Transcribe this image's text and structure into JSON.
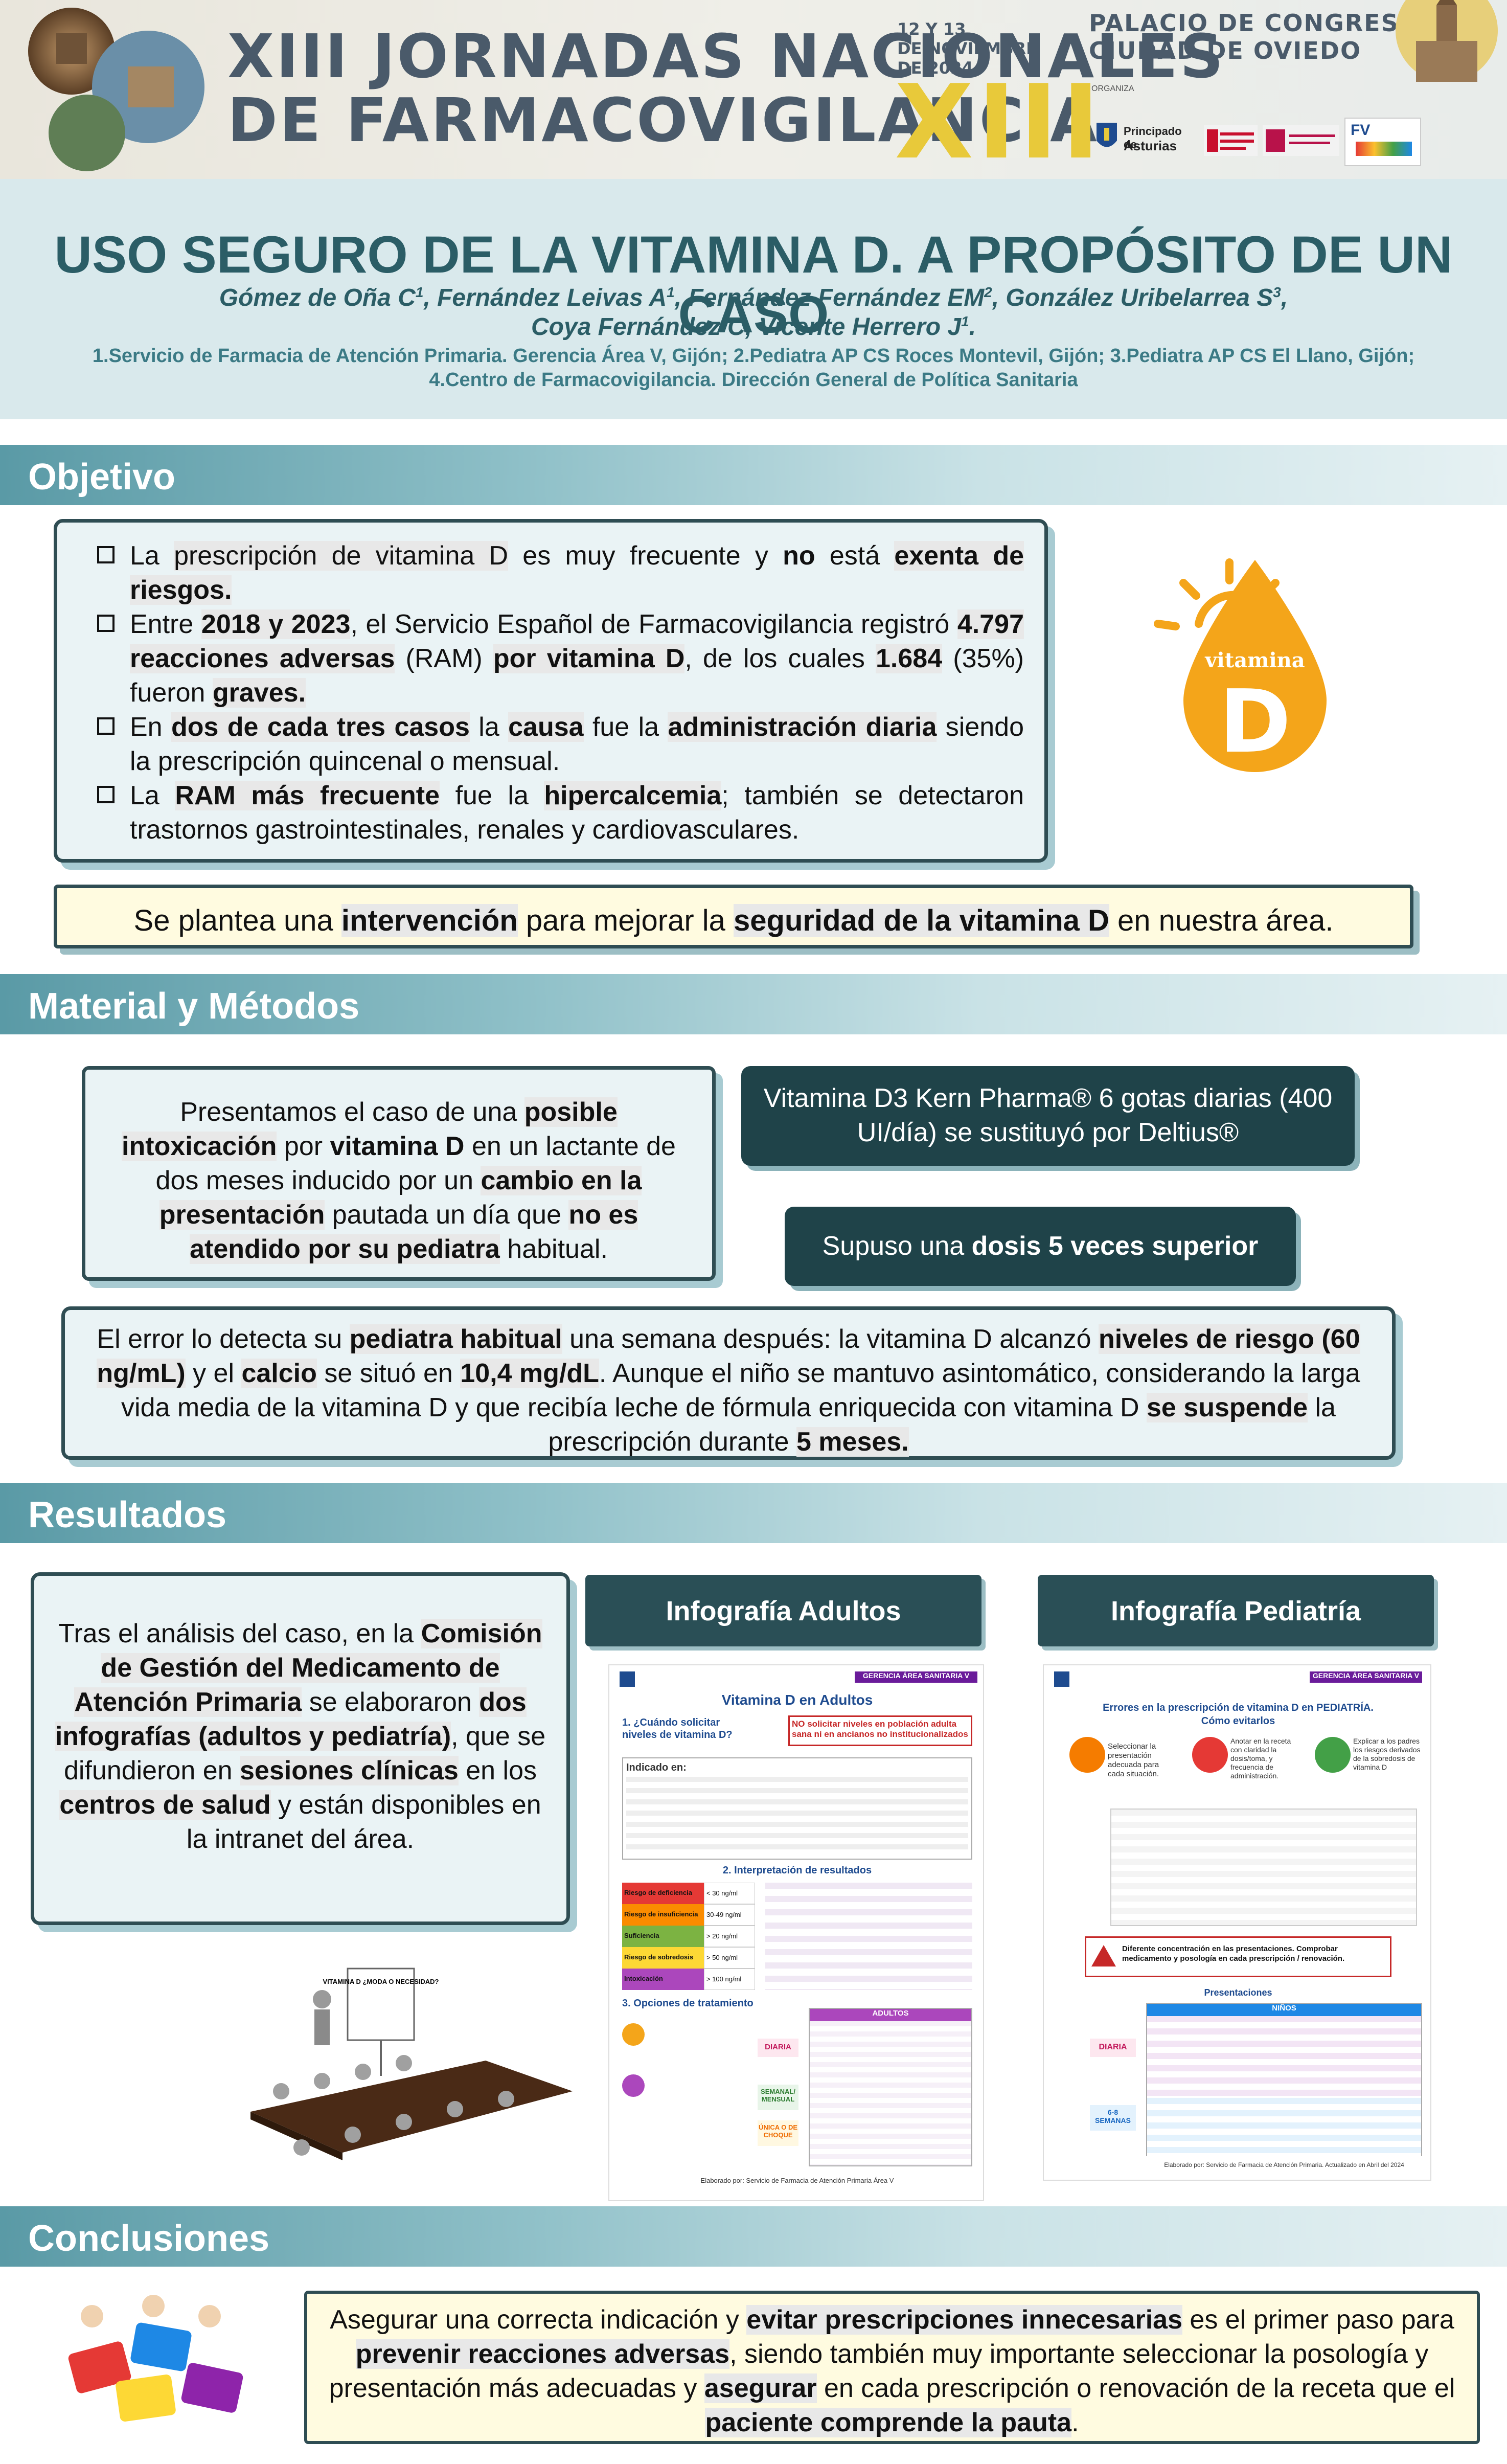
{
  "header": {
    "conf_line1": "XIII JORNADAS NACIONALES",
    "conf_line2": "DE FARMACOVIGILANCIA",
    "date_line1": "12 Y 13",
    "date_line2": "DE NOVIEMBRE",
    "date_line3": "DE 2024",
    "roman": "XIII",
    "venue_line1": "PALACIO DE CONGRESOS",
    "venue_line2": "CIUDAD DE OVIEDO",
    "organiza": "ORGANIZA",
    "logo_asturias_line1": "Principado de",
    "logo_asturias_line2": "Asturias",
    "logo_fv": "FV"
  },
  "title": {
    "main": "USO SEGURO DE LA VITAMINA D. A PROPÓSITO DE UN CASO",
    "authors1_a": "Gómez de Oña C",
    "authors1_b": ", Fernández Leivas A",
    "authors1_c": ", Fernández Fernández EM",
    "authors1_d": ", González Uribelarrea S",
    "authors2_a": "Coya Fernández C, Vicente Herrero J",
    "sup1": "1",
    "sup2": "2",
    "sup3": "3",
    "affil1": "1.Servicio de Farmacia de Atención Primaria. Gerencia Área V, Gijón; 2.Pediatra AP CS Roces Montevil, Gijón; 3.Pediatra AP CS El Llano, Gijón;",
    "affil2": "4.Centro de Farmacovigilancia. Dirección General de Política Sanitaria"
  },
  "sections": {
    "objetivo": "Objetivo",
    "material": "Material y Métodos",
    "resultados": "Resultados",
    "conclusiones": "Conclusiones"
  },
  "objetivo": {
    "b1_pre": "La ",
    "b1_h1": "prescripción de vitamina D",
    "b1_mid": " es muy frecuente y ",
    "b1_h2": "no",
    "b1_mid2": " está ",
    "b1_h3": "exenta de riesgos.",
    "b2_pre": "Entre ",
    "b2_h1": "2018 y 2023",
    "b2_mid": ", el Servicio Español de Farmacovigilancia registró ",
    "b2_h2": "4.797 reacciones adversas",
    "b2_mid2": " (RAM) ",
    "b2_h3": "por vitamina D",
    "b2_mid3": ", de los cuales ",
    "b2_h4": "1.684",
    "b2_mid4": " (35%) fueron ",
    "b2_h5": "graves.",
    "b3_pre": "En ",
    "b3_h1": "dos de cada tres casos",
    "b3_mid": " la ",
    "b3_h2": "causa",
    "b3_mid2": " fue la ",
    "b3_h3": "administración diaria",
    "b3_post": " siendo la prescripción quincenal o mensual.",
    "b4_pre": "La ",
    "b4_h1": "RAM más frecuente",
    "b4_mid": " fue la ",
    "b4_h2": "hipercalcemia",
    "b4_post": "; también se detectaron trastornos gastrointestinales, renales y cardiovasculares.",
    "drop_label": "vitamina",
    "drop_letter": "D",
    "plan_pre": "Se plantea una ",
    "plan_h1": "intervención",
    "plan_mid": " para mejorar la ",
    "plan_h2": "seguridad de la vitamina D",
    "plan_post": " en nuestra área."
  },
  "material": {
    "case_pre": "Presentamos el caso de una ",
    "case_h1": "posible intoxicación",
    "case_mid": " por ",
    "case_h2": "vitamina D",
    "case_mid2": " en un lactante de dos meses inducido por un ",
    "case_h3": "cambio en la presentación",
    "case_mid3": " pautada un día que ",
    "case_h4": "no es atendido por su pediatra",
    "case_post": " habitual.",
    "swap": "Vitamina D3 Kern Pharma® 6 gotas diarias (400 UI/día) se sustituyó por Deltius®",
    "dose_pre": "Supuso una ",
    "dose_h": "dosis 5 veces superior",
    "err_pre": "El error lo detecta su ",
    "err_h1": "pediatra habitual",
    "err_mid": " una semana después: la vitamina D alcanzó ",
    "err_h2": "niveles de riesgo (60 ng/mL)",
    "err_mid2": " y el ",
    "err_h3": "calcio",
    "err_mid3": " se situó en ",
    "err_h4": "10,4 mg/dL",
    "err_mid4": ". Aunque el niño se mantuvo asintomático, considerando la larga vida media de la vitamina D y que recibía leche de fórmula enriquecida con vitamina D ",
    "err_h5": "se suspende",
    "err_mid5": " la prescripción durante ",
    "err_h6": "5 meses."
  },
  "resultados": {
    "t_pre": "Tras el análisis del caso, en la ",
    "t_h1": "Comisión de Gestión del Medicamento de Atención Primaria",
    "t_mid": " se elaboraron ",
    "t_h2": "dos infografías (adultos y pediatría)",
    "t_mid2": ", que se difundieron en ",
    "t_h3": "sesiones clínicas",
    "t_mid3": " en los ",
    "t_h4": "centros de salud",
    "t_post": " y están disponibles en la intranet del área.",
    "meeting_sign": "VITAMINA D ¿MODA O NECESIDAD?",
    "tab_adultos": "Infografía Adultos",
    "tab_pediatria": "Infografía Pediatría",
    "ad_header": "GERENCIA ÁREA SANITARIA V",
    "ad_title": "Vitamina D en Adultos",
    "ad_q1": "1. ¿Cuándo solicitar niveles de vitamina D?",
    "ad_no": "NO solicitar niveles en población adulta sana ni en ancianos no institucionalizados",
    "ad_indicado": "Indicado en:",
    "ad_interp": "2. Interpretación de resultados",
    "ad_r1": "Riesgo de deficiencia",
    "ad_v1": "< 30 ng/ml",
    "ad_r2": "Riesgo de insuficiencia",
    "ad_v2": "30-49 ng/ml",
    "ad_r3": "Suficiencia",
    "ad_v3": "> 20 ng/ml",
    "ad_r4": "Riesgo de sobredosis",
    "ad_v4": "> 50 ng/ml",
    "ad_r5": "Intoxicación",
    "ad_v5": "> 100 ng/ml",
    "ad_opts": "3. Opciones de tratamiento",
    "ad_adultos": "ADULTOS",
    "ad_diaria": "DIARIA",
    "ad_semanal": "SEMANAL/ MENSUAL",
    "ad_unica": "ÚNICA O DE CHOQUE",
    "ad_footer": "Elaborado por: Servicio de Farmacia de Atención Primaria Área V",
    "pe_header": "GERENCIA ÁREA SANITARIA V",
    "pe_title": "Errores en la prescripción de vitamina D en PEDIATRÍA. Cómo evitarlos",
    "pe_s1": "Seleccionar la presentación adecuada para cada situación.",
    "pe_s2": "Anotar en la receta con claridad la dosis/toma, y frecuencia de administración.",
    "pe_s3": "Explicar a los padres los riesgos derivados de la sobredosis de vitamina D",
    "pe_warn": "Diferente concentración en las presentaciones. Comprobar medicamento y posología en cada prescripción / renovación.",
    "pe_pres": "Presentaciones",
    "pe_ninos": "NIÑOS",
    "pe_diaria": "DIARIA",
    "pe_semanas": "6-8 SEMANAS",
    "pe_footer": "Elaborado por: Servicio de Farmacia de Atención Primaria. Actualizado en Abril del 2024"
  },
  "conclusiones": {
    "c_pre": "Asegurar una correcta indicación y ",
    "c_h1": "evitar prescripciones innecesarias",
    "c_mid": " es el primer paso para ",
    "c_h2": "prevenir reacciones adversas",
    "c_mid2": ", siendo también muy importante seleccionar la posología y presentación más adecuadas y ",
    "c_h3": "asegurar",
    "c_mid3": " en cada prescripción o renovación de la receta que el ",
    "c_h4": "paciente comprende la pauta",
    "c_post": "."
  },
  "colors": {
    "teal_dark": "#1f4349",
    "teal_bar": "#5a9aa6",
    "drop_orange": "#f4a51a",
    "banner_yellow": "#e8c93a"
  }
}
